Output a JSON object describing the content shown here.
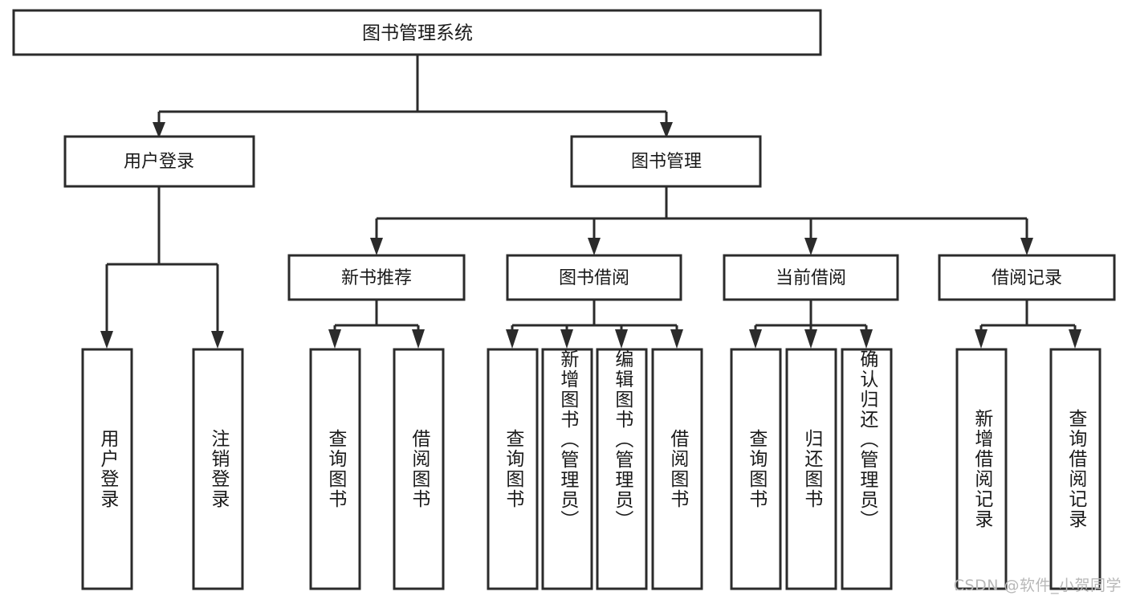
{
  "diagram": {
    "type": "tree-hierarchy",
    "title": "图书管理系统",
    "watermark": "CSDN @软件_小贺同学",
    "root": {
      "id": "root",
      "label": "图书管理系统",
      "orientation": "horizontal"
    },
    "level2": [
      {
        "id": "user-login",
        "label": "用户登录",
        "orientation": "horizontal"
      },
      {
        "id": "book-manage",
        "label": "图书管理",
        "orientation": "horizontal"
      }
    ],
    "level3": [
      {
        "id": "new-book-recommend",
        "label": "新书推荐",
        "orientation": "horizontal",
        "parent": "book-manage"
      },
      {
        "id": "book-borrow",
        "label": "图书借阅",
        "orientation": "horizontal",
        "parent": "book-manage"
      },
      {
        "id": "current-borrow",
        "label": "当前借阅",
        "orientation": "horizontal",
        "parent": "book-manage"
      },
      {
        "id": "borrow-record",
        "label": "借阅记录",
        "orientation": "horizontal",
        "parent": "book-manage"
      }
    ],
    "leaves": {
      "user-login": [
        {
          "id": "leaf-user-login",
          "label": "用户登录",
          "orientation": "vertical"
        },
        {
          "id": "leaf-user-logout",
          "label": "注销登录",
          "orientation": "vertical"
        }
      ],
      "new-book-recommend": [
        {
          "id": "leaf-query-book-1",
          "label": "查询图书",
          "orientation": "vertical"
        },
        {
          "id": "leaf-borrow-book-1",
          "label": "借阅图书",
          "orientation": "vertical"
        }
      ],
      "book-borrow": [
        {
          "id": "leaf-query-book-2",
          "label": "查询图书",
          "orientation": "vertical"
        },
        {
          "id": "leaf-add-book-admin",
          "label": "新增图书（管理员）",
          "orientation": "vertical"
        },
        {
          "id": "leaf-edit-book-admin",
          "label": "编辑图书（管理员）",
          "orientation": "vertical"
        },
        {
          "id": "leaf-borrow-book-2",
          "label": "借阅图书",
          "orientation": "vertical"
        }
      ],
      "current-borrow": [
        {
          "id": "leaf-query-book-3",
          "label": "查询图书",
          "orientation": "vertical"
        },
        {
          "id": "leaf-return-book",
          "label": "归还图书",
          "orientation": "vertical"
        },
        {
          "id": "leaf-confirm-return-admin",
          "label": "确认归还（管理员）",
          "orientation": "vertical"
        }
      ],
      "borrow-record": [
        {
          "id": "leaf-add-borrow-record",
          "label": "新增借阅记录",
          "orientation": "vertical"
        },
        {
          "id": "leaf-query-borrow-record",
          "label": "查询借阅记录",
          "orientation": "vertical"
        }
      ]
    },
    "colors": {
      "box_stroke": "#2b2b2b",
      "box_fill": "#ffffff",
      "connector": "#2b2b2b",
      "text": "#1a1a1a",
      "watermark": "#b8b8b8",
      "background": "#ffffff"
    }
  }
}
